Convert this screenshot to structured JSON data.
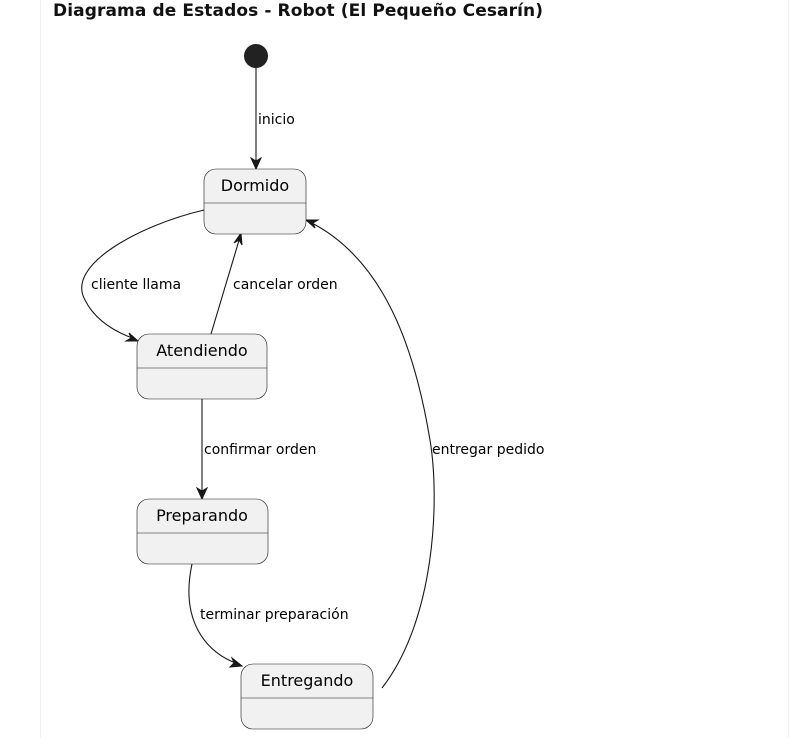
{
  "diagram": {
    "title": "Diagrama de Estados - Robot (El Pequeño Cesarín)",
    "states": {
      "dormido": "Dormido",
      "atendiendo": "Atendiendo",
      "preparando": "Preparando",
      "entregando": "Entregando"
    },
    "transitions": {
      "inicio": "inicio",
      "cliente_llama": "cliente llama",
      "cancelar_orden": "cancelar orden",
      "confirmar_orden": "confirmar orden",
      "terminar_preparacion": "terminar preparación",
      "entregar_pedido": "entregar pedido"
    },
    "colors": {
      "state_fill": "#f1f1f1",
      "line": "#181818",
      "initial_node": "#222222"
    }
  }
}
